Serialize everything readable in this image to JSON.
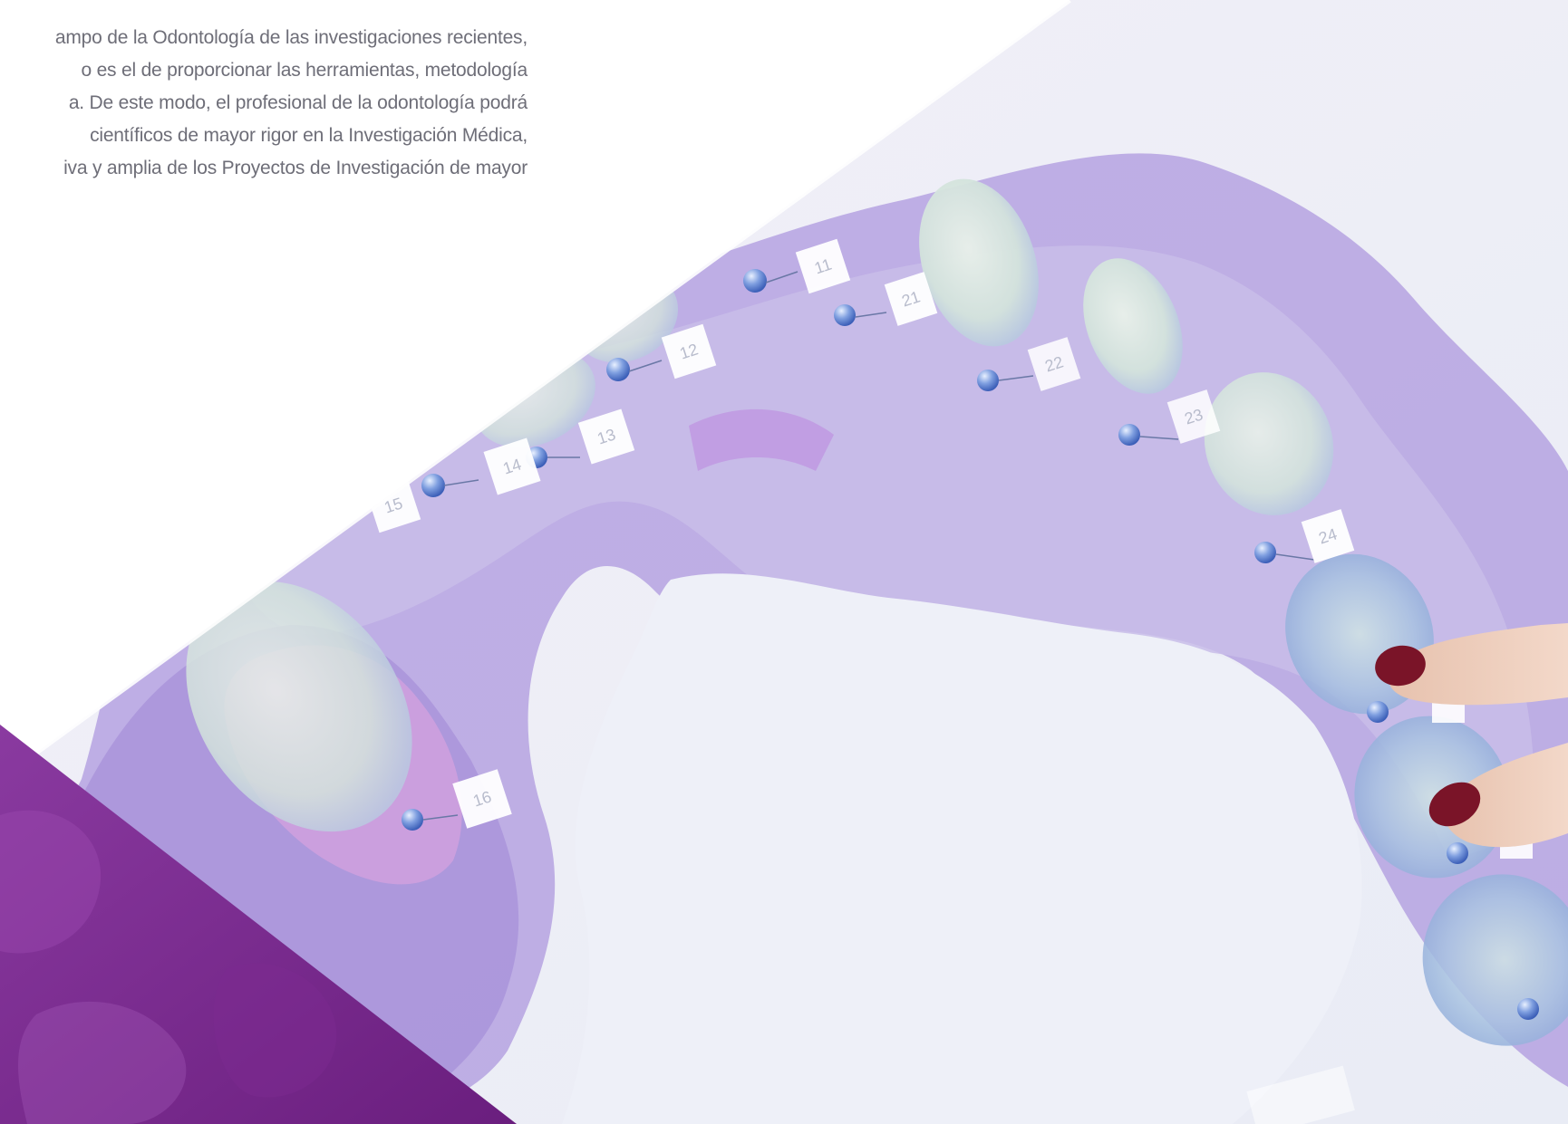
{
  "intro": {
    "lines": [
      "ampo de la Odontología de las investigaciones recientes,",
      "o es el de proporcionar las herramientas, metodología",
      "a. De este modo, el profesional de la odontología podrá",
      "científicos de mayor rigor en la Investigación Médica,",
      "iva y amplia de los Proyectos de Investigación de mayor"
    ]
  },
  "scan_labels": [
    "11",
    "21",
    "12",
    "22",
    "13",
    "23",
    "14",
    "15",
    "24",
    "16"
  ],
  "colors": {
    "background": "#ffffff",
    "text": "#6e6e78",
    "scan_purple": "#a18ad6",
    "scan_light": "#ede9f7",
    "band_purple": "#6d1f80",
    "band_light": "#8a3aa0"
  }
}
